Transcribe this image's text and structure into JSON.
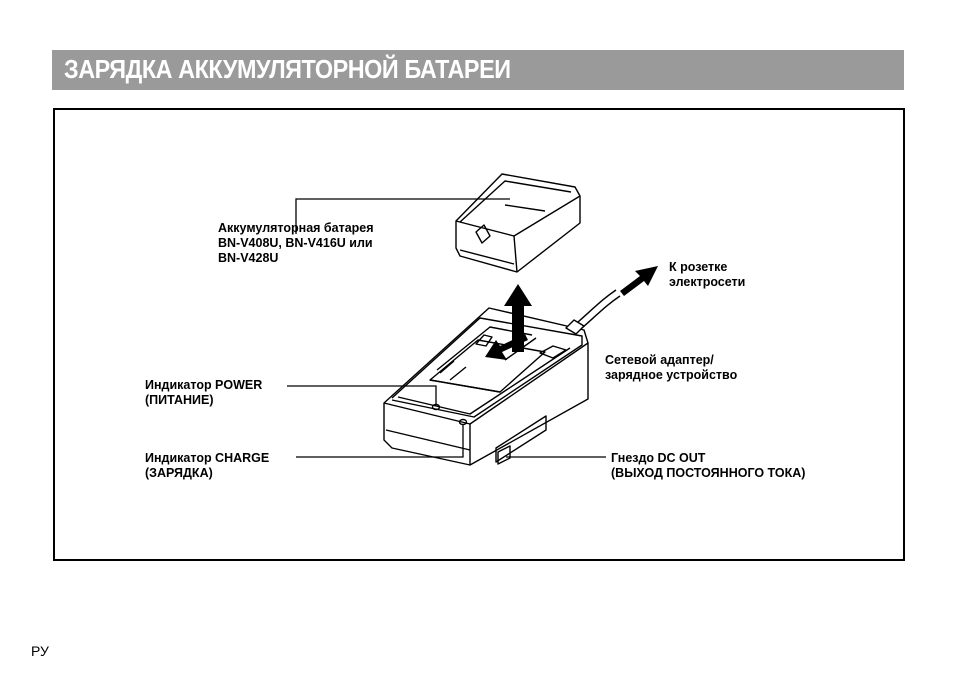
{
  "header": {
    "title": "ЗАРЯДКА АККУМУЛЯТОРНОЙ БАТАРЕИ"
  },
  "labels": {
    "battery": [
      "Аккумуляторная батарея",
      "BN-V408U, BN-V416U или",
      "BN-V428U"
    ],
    "outlet": [
      "К розетке",
      "электросети"
    ],
    "adapter": [
      "Сетевой адаптер/",
      "зарядное устройство"
    ],
    "power": [
      "Индикатор POWER",
      "(ПИТАНИЕ)"
    ],
    "charge": [
      "Индикатор CHARGE",
      "(ЗАРЯДКА)"
    ],
    "dcout": [
      "Гнездо DC OUT",
      "(ВЫХОД ПОСТОЯННОГО ТОКА)"
    ]
  },
  "footer": {
    "lang": "РУ"
  }
}
